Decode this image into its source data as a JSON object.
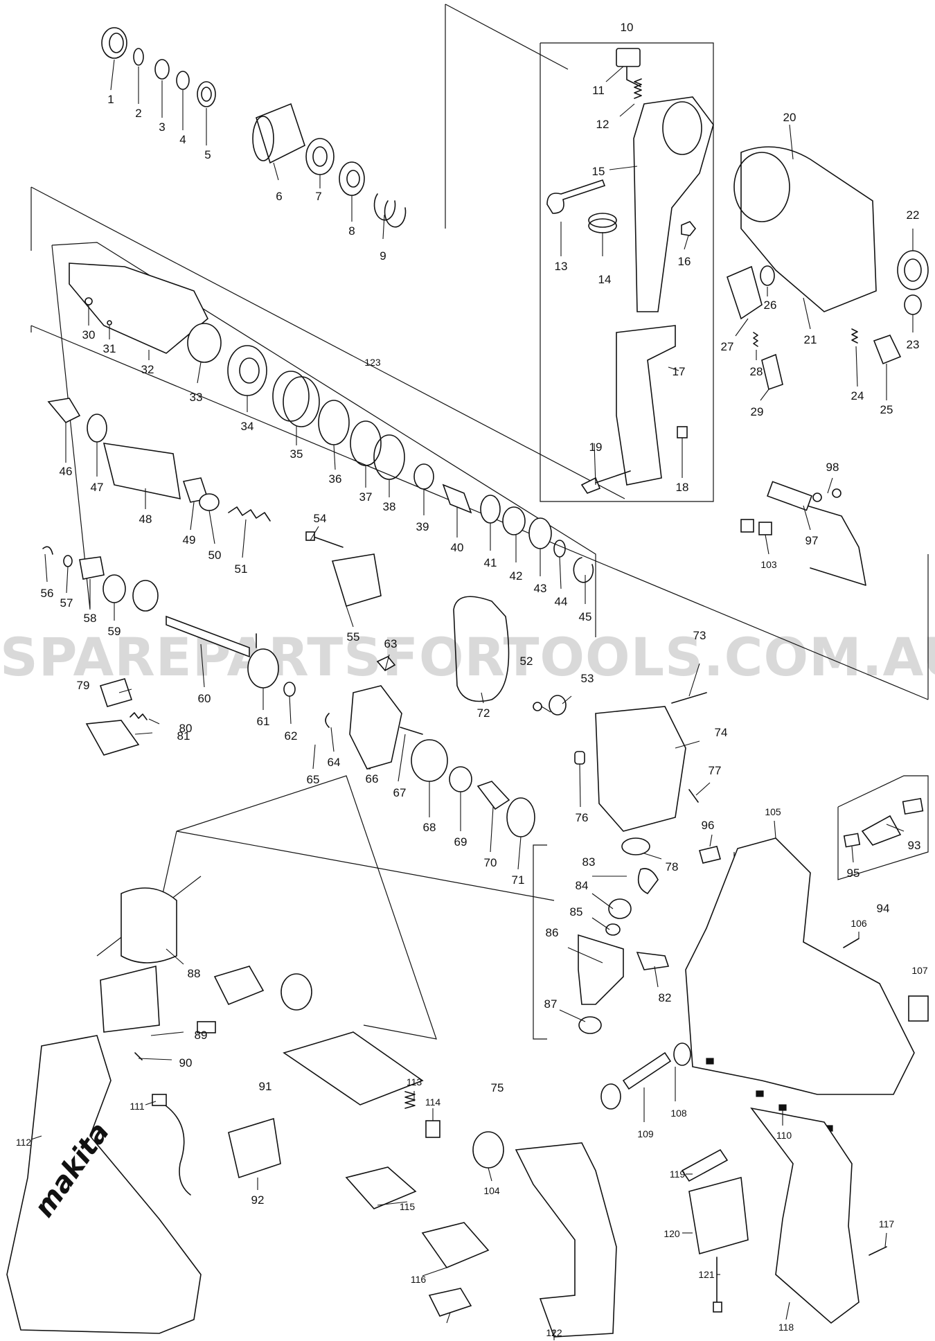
{
  "watermark": "SPAREPARTSFORTOOLS.COM.AU",
  "brand_mark": "makita",
  "part_numbers": [
    "1",
    "2",
    "3",
    "4",
    "5",
    "6",
    "7",
    "8",
    "9",
    "10",
    "11",
    "12",
    "13",
    "14",
    "15",
    "16",
    "17",
    "18",
    "19",
    "20",
    "21",
    "22",
    "23",
    "24",
    "25",
    "26",
    "27",
    "28",
    "29",
    "30",
    "31",
    "32",
    "33",
    "34",
    "35",
    "36",
    "37",
    "38",
    "39",
    "40",
    "41",
    "42",
    "43",
    "44",
    "45",
    "46",
    "47",
    "48",
    "49",
    "50",
    "51",
    "52",
    "53",
    "54",
    "55",
    "56",
    "57",
    "58",
    "59",
    "60",
    "61",
    "62",
    "63",
    "64",
    "65",
    "66",
    "67",
    "68",
    "69",
    "70",
    "71",
    "72",
    "73",
    "74",
    "75",
    "76",
    "77",
    "78",
    "79",
    "80",
    "81",
    "82",
    "83",
    "84",
    "85",
    "86",
    "87",
    "88",
    "89",
    "90",
    "91",
    "92",
    "93",
    "94",
    "95",
    "96",
    "97",
    "98",
    "103",
    "104",
    "105",
    "106",
    "107",
    "108",
    "109",
    "110",
    "111",
    "112",
    "113",
    "114",
    "115",
    "116",
    "117",
    "118",
    "119",
    "120",
    "121",
    "122",
    "123"
  ]
}
